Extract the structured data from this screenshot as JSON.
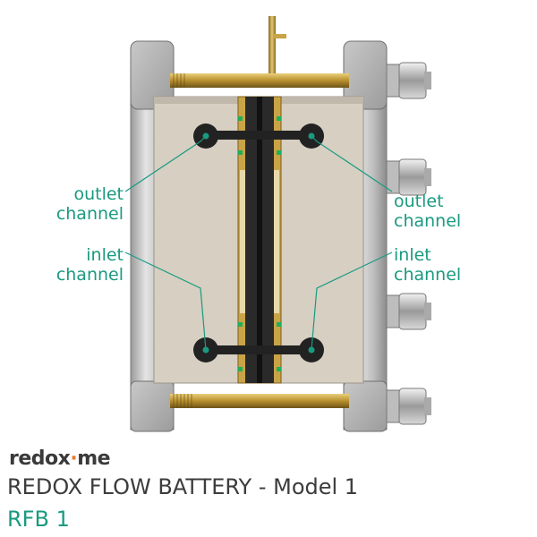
{
  "callouts": {
    "outlet_left": "outlet\nchannel",
    "outlet_right": "outlet\nchannel",
    "inlet_left": "inlet\nchannel",
    "inlet_right": "inlet\nchannel"
  },
  "brand": {
    "prefix": "redox",
    "mark": "·",
    "suffix": "me"
  },
  "product_title": "REDOX FLOW BATTERY - Model 1",
  "model_code": "RFB 1",
  "colors": {
    "accent": "#1a9a80",
    "brand_orange": "#e87b2d",
    "steel": "#b9b9b9",
    "brass": "#c9a447",
    "membrane": "#2a2a2a",
    "plate": "#d6cfc2"
  }
}
